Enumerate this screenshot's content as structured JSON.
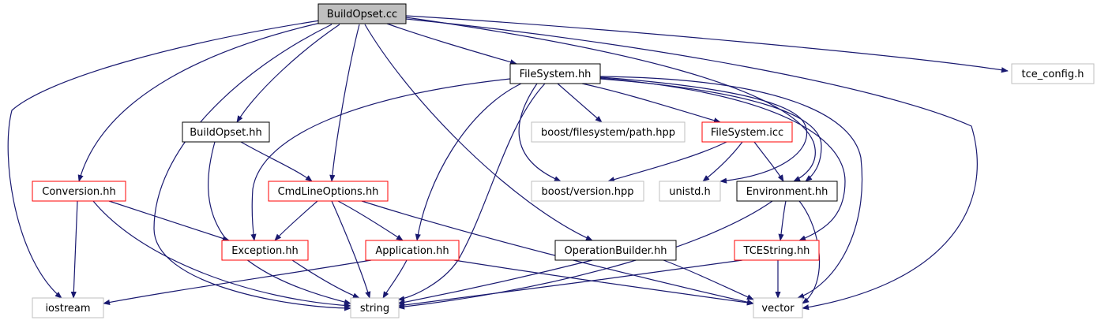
{
  "graph": {
    "nodes": [
      {
        "id": "buildopset_cc",
        "label": "BuildOpset.cc",
        "style": "root"
      },
      {
        "id": "tce_config_h",
        "label": "tce_config.h",
        "style": "external"
      },
      {
        "id": "filesystem_hh",
        "label": "FileSystem.hh",
        "style": "normal"
      },
      {
        "id": "buildopset_hh",
        "label": "BuildOpset.hh",
        "style": "normal"
      },
      {
        "id": "boost_fs_path",
        "label": "boost/filesystem/path.hpp",
        "style": "external"
      },
      {
        "id": "filesystem_icc",
        "label": "FileSystem.icc",
        "style": "truncated"
      },
      {
        "id": "conversion_hh",
        "label": "Conversion.hh",
        "style": "truncated"
      },
      {
        "id": "cmdlineoptions_hh",
        "label": "CmdLineOptions.hh",
        "style": "truncated"
      },
      {
        "id": "boost_version",
        "label": "boost/version.hpp",
        "style": "external"
      },
      {
        "id": "unistd_h",
        "label": "unistd.h",
        "style": "external"
      },
      {
        "id": "environment_hh",
        "label": "Environment.hh",
        "style": "normal"
      },
      {
        "id": "exception_hh",
        "label": "Exception.hh",
        "style": "truncated"
      },
      {
        "id": "application_hh",
        "label": "Application.hh",
        "style": "truncated"
      },
      {
        "id": "operationbuilder_hh",
        "label": "OperationBuilder.hh",
        "style": "normal"
      },
      {
        "id": "tcestring_hh",
        "label": "TCEString.hh",
        "style": "truncated"
      },
      {
        "id": "iostream",
        "label": "iostream",
        "style": "external"
      },
      {
        "id": "string",
        "label": "string",
        "style": "external"
      },
      {
        "id": "vector",
        "label": "vector",
        "style": "external"
      }
    ],
    "edges": [
      [
        "buildopset_cc",
        "tce_config_h"
      ],
      [
        "buildopset_cc",
        "filesystem_hh"
      ],
      [
        "buildopset_cc",
        "buildopset_hh"
      ],
      [
        "buildopset_cc",
        "cmdlineoptions_hh"
      ],
      [
        "buildopset_cc",
        "conversion_hh"
      ],
      [
        "buildopset_cc",
        "iostream"
      ],
      [
        "buildopset_cc",
        "string"
      ],
      [
        "buildopset_cc",
        "environment_hh"
      ],
      [
        "buildopset_cc",
        "operationbuilder_hh"
      ],
      [
        "buildopset_cc",
        "vector"
      ],
      [
        "filesystem_hh",
        "boost_fs_path"
      ],
      [
        "filesystem_hh",
        "filesystem_icc"
      ],
      [
        "filesystem_hh",
        "boost_version"
      ],
      [
        "filesystem_hh",
        "unistd_h"
      ],
      [
        "filesystem_hh",
        "environment_hh"
      ],
      [
        "filesystem_hh",
        "exception_hh"
      ],
      [
        "filesystem_hh",
        "application_hh"
      ],
      [
        "filesystem_hh",
        "string"
      ],
      [
        "filesystem_hh",
        "tcestring_hh"
      ],
      [
        "filesystem_hh",
        "vector"
      ],
      [
        "buildopset_hh",
        "cmdlineoptions_hh"
      ],
      [
        "buildopset_hh",
        "string"
      ],
      [
        "filesystem_icc",
        "boost_version"
      ],
      [
        "filesystem_icc",
        "unistd_h"
      ],
      [
        "filesystem_icc",
        "environment_hh"
      ],
      [
        "conversion_hh",
        "iostream"
      ],
      [
        "conversion_hh",
        "exception_hh"
      ],
      [
        "conversion_hh",
        "string"
      ],
      [
        "cmdlineoptions_hh",
        "exception_hh"
      ],
      [
        "cmdlineoptions_hh",
        "application_hh"
      ],
      [
        "cmdlineoptions_hh",
        "string"
      ],
      [
        "cmdlineoptions_hh",
        "vector"
      ],
      [
        "environment_hh",
        "tcestring_hh"
      ],
      [
        "environment_hh",
        "string"
      ],
      [
        "environment_hh",
        "vector"
      ],
      [
        "exception_hh",
        "string"
      ],
      [
        "application_hh",
        "iostream"
      ],
      [
        "application_hh",
        "string"
      ],
      [
        "application_hh",
        "vector"
      ],
      [
        "operationbuilder_hh",
        "string"
      ],
      [
        "operationbuilder_hh",
        "vector"
      ],
      [
        "tcestring_hh",
        "string"
      ],
      [
        "tcestring_hh",
        "vector"
      ]
    ],
    "colors": {
      "edge": "#191970",
      "root_fill": "#bfbfbf",
      "normal_border": "#000000",
      "truncated_border": "#ff0000",
      "external_border": "#bfbfbf",
      "background": "#ffffff"
    }
  }
}
